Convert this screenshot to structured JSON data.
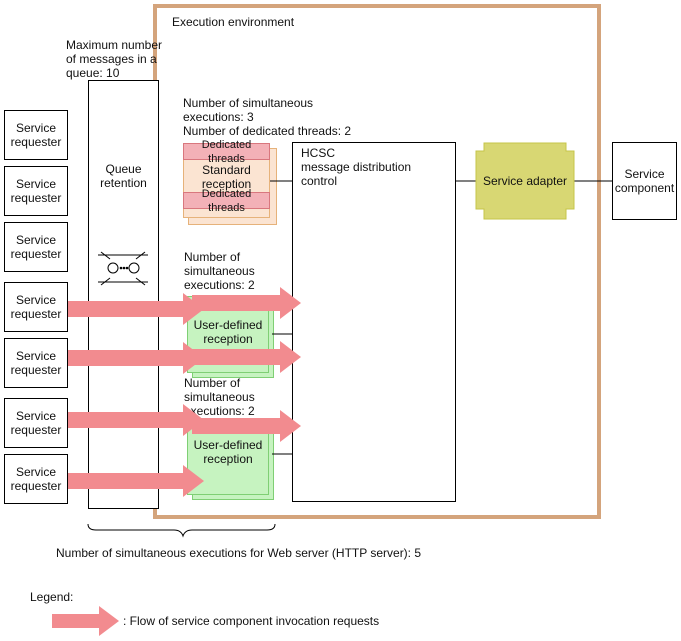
{
  "env": {
    "label": "Execution environment",
    "border_color": "#d4a47c"
  },
  "queue": {
    "max_messages_label": "Maximum number\nof messages in a\nqueue: 10",
    "label": "Queue\nretention",
    "icon": "queue-icon"
  },
  "requesters": [
    "Service\nrequester",
    "Service\nrequester",
    "Service\nrequester",
    "Service\nrequester",
    "Service\nrequester",
    "Service\nrequester",
    "Service\nrequester"
  ],
  "standard_reception": {
    "info": "Number of simultaneous\nexecutions: 3\nNumber of dedicated threads: 2",
    "dedicated_top": "Dedicated threads",
    "label": "Standard\nreception",
    "dedicated_bottom": "Dedicated threads",
    "fill": "#fbe4d2",
    "thread_fill": "#f3b1b7"
  },
  "user_reception_1": {
    "info": "Number of\nsimultaneous\nexecutions: 2",
    "label": "User-defined\nreception",
    "fill": "#c6f3c0"
  },
  "user_reception_2": {
    "info": "Number of\nsimultaneous\nexecutions: 2",
    "label": "User-defined\nreception",
    "fill": "#c6f3c0"
  },
  "hcsc": {
    "label": "HCSC\nmessage distribution\ncontrol"
  },
  "adapter": {
    "label": "Service adapter",
    "fill": "#d8d773"
  },
  "component": {
    "label": "Service\ncomponent"
  },
  "web_server": {
    "label": "Number of simultaneous executions for Web server (HTTP server): 5"
  },
  "legend": {
    "title": "Legend:",
    "flow_label": ": Flow of service component invocation requests",
    "arrow_color": "#f28b8f"
  }
}
